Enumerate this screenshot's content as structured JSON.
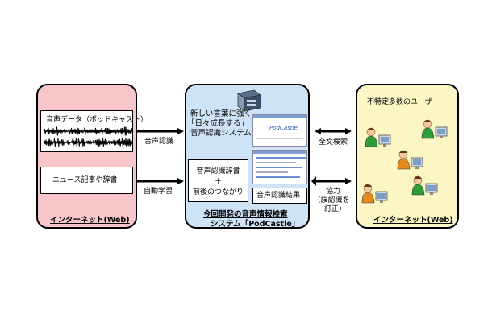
{
  "left": {
    "audio_label": "音声データ（ポッドキャスト）",
    "news_label": "ニュース記事や辞書",
    "footer": "インターネット(Web)"
  },
  "arrows": {
    "speech_recognition": "音声認識",
    "auto_learning": "自動学習",
    "full_text_search": "全文検索",
    "cooperation": "協力",
    "correction_line1": "(誤認識を",
    "correction_line2": "訂正)"
  },
  "center": {
    "system_text_line1": "新しい言葉に強く",
    "system_text_line2": "「日々成長する」",
    "system_text_line3": "音声認識システム",
    "dict_line1": "音声認識辞書",
    "dict_plus": "＋",
    "dict_line2": "前後のつながり",
    "result_label": "音声認識結果",
    "footer_line1": "今回開発の音声情報検索",
    "footer_line2": "システム「PodCastle」",
    "screenshot_logo": "PodCastle"
  },
  "right": {
    "users_label": "不特定多数のユーザー",
    "footer": "インターネット(Web)"
  },
  "colors": {
    "left_bg": "#f7c6c9",
    "center_bg": "#cfe3f7",
    "right_bg": "#fbf6c4",
    "footer_text": "#000000",
    "person_green": "#2e9e3a",
    "person_orange": "#e58a1f"
  }
}
